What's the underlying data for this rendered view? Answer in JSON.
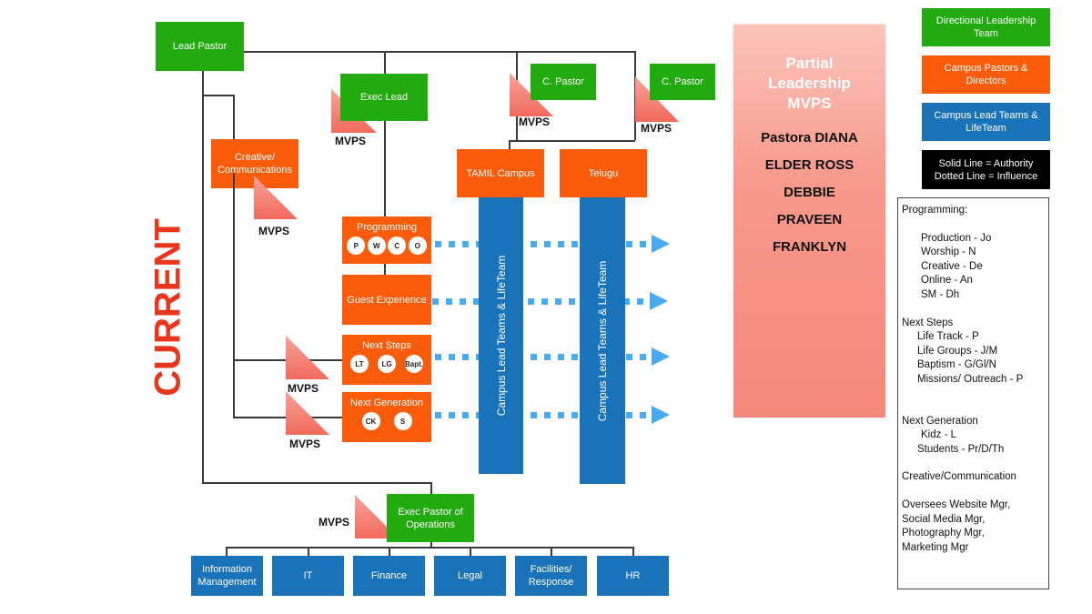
{
  "side_label": "CURRENT",
  "colors": {
    "directional": "#22ab0f",
    "campus": "#fa5c0c",
    "lead_teams": "#1a72b8",
    "influence": "#4aaaf0",
    "current": "#e8351c"
  },
  "nodes": {
    "lead_pastor": "Lead Pastor",
    "exec_lead": "Exec Lead",
    "c_pastor_1": "C. Pastor",
    "c_pastor_2": "C. Pastor",
    "creative": "Creative/ Communications",
    "tamil": "TAMIL Campus",
    "telugu": "Telugu",
    "exec_pastor_ops": "Exec Pastor of Operations"
  },
  "mvps_label": "MVPS",
  "ministries": [
    {
      "title": "Programming",
      "circles": [
        "P",
        "W",
        "C",
        "O"
      ]
    },
    {
      "title": "Guest Experience",
      "circles": []
    },
    {
      "title": "Next Steps",
      "circles": [
        "LT",
        "LG",
        "Bapt."
      ]
    },
    {
      "title": "Next Generation",
      "circles": [
        "CK",
        "S"
      ]
    }
  ],
  "campus_bars": [
    "Campus Lead Teams & LifeTeam",
    "Campus Lead Teams & LifeTeam"
  ],
  "operations": [
    "Information Management",
    "IT",
    "Finance",
    "Legal",
    "Facilities/ Response",
    "HR"
  ],
  "partial_leadership": {
    "heading": "Partial Leadership MVPS",
    "names": [
      "Pastora DIANA",
      "ELDER ROSS",
      "DEBBIE",
      "PRAVEEN",
      "FRANKLYN"
    ]
  },
  "legend": [
    {
      "label": "Directional Leadership Team",
      "color": "green"
    },
    {
      "label": "Campus Pastors & Directors",
      "color": "orange"
    },
    {
      "label": "Campus Lead Teams & LifeTeam",
      "color": "blue"
    },
    {
      "label": "Solid Line = Authority Dotted Line = Influence",
      "color": "black"
    }
  ],
  "notes": {
    "programming_heading": "Programming:",
    "programming": [
      "Production - Jo",
      "Worship - N",
      "Creative - De",
      "Online - An",
      "SM - Dh"
    ],
    "next_steps_heading": "Next Steps",
    "next_steps": [
      "Life Track - P",
      "Life Groups - J/M",
      "Baptism - G/Gl/N",
      "Missions/ Outreach - P"
    ],
    "next_gen_heading": "Next Generation",
    "next_gen": [
      "Kidz - L",
      "Students - Pr/D/Th"
    ],
    "creative_heading": "Creative/Communication",
    "oversees": [
      "Oversees Website Mgr,",
      "Social Media Mgr,",
      "Photography Mgr,",
      "Marketing Mgr"
    ]
  }
}
